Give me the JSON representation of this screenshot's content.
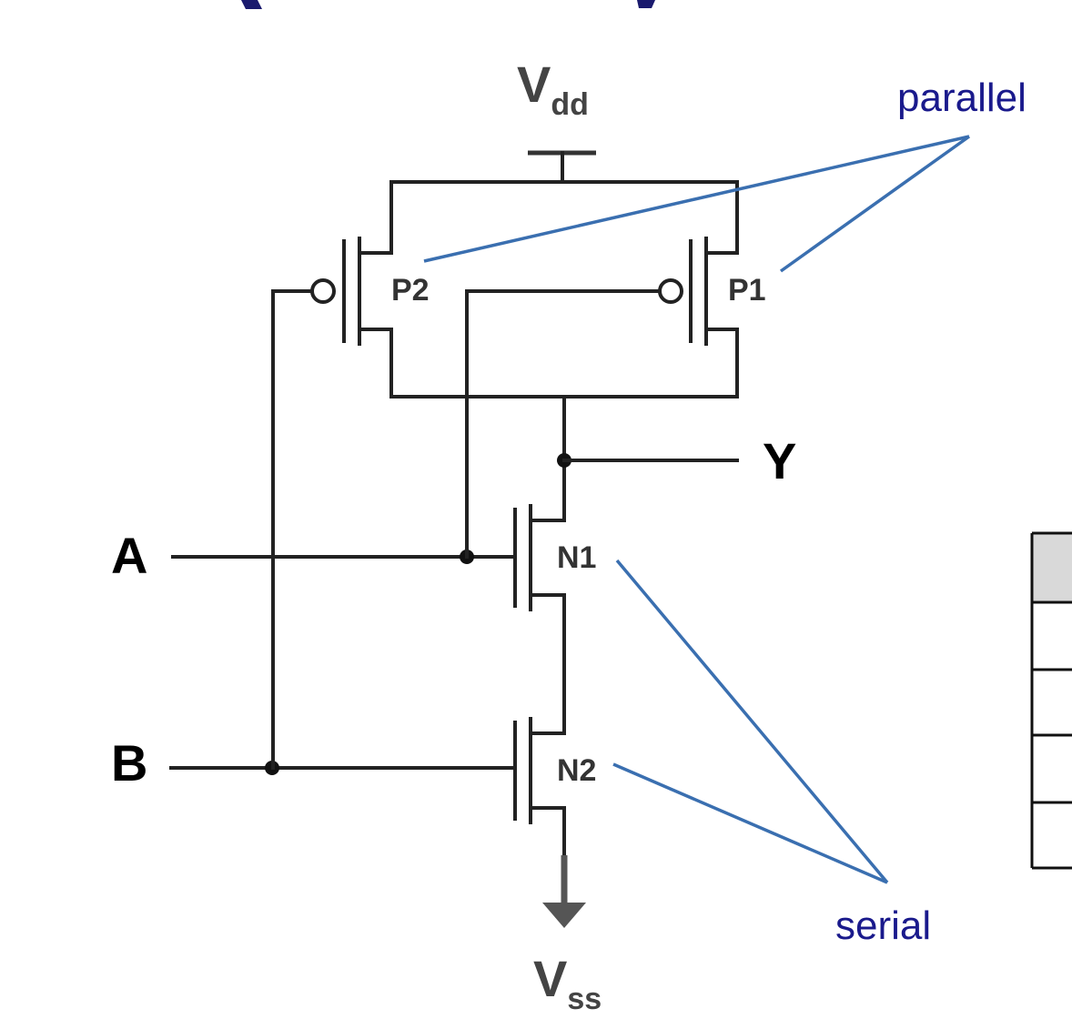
{
  "supply": {
    "vdd_main": "V",
    "vdd_sub": "dd",
    "vss_main": "V",
    "vss_sub": "ss"
  },
  "inputs": {
    "a": "A",
    "b": "B"
  },
  "output": {
    "y": "Y"
  },
  "transistors": {
    "p1": "P1",
    "p2": "P2",
    "n1": "N1",
    "n2": "N2"
  },
  "annotations": {
    "parallel": "parallel",
    "serial": "serial"
  },
  "colors": {
    "wire": "#222222",
    "annotation_line": "#3a6fb0",
    "annotation_text": "#1a1a8c",
    "table_header_fill": "#d9d9d9"
  }
}
